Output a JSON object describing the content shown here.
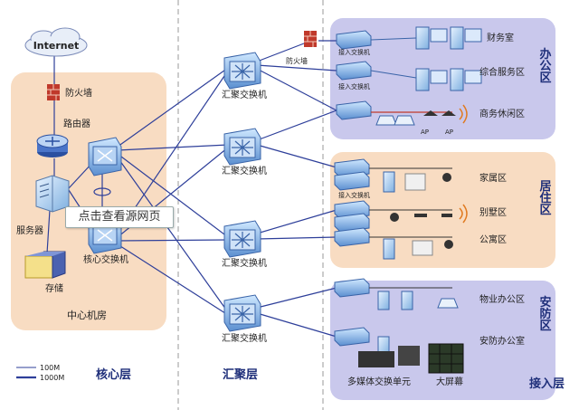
{
  "core": {
    "internet": "Internet",
    "firewall": "防火墙",
    "router": "路由器",
    "server": "服务器",
    "storage": "存储",
    "core_switch": "核心交换机",
    "room": "中心机房",
    "tooltip": "点击查看源网页"
  },
  "aggregation": {
    "firewall": "防火墙",
    "switches": [
      "汇聚交换机",
      "汇聚交换机",
      "汇聚交换机",
      "汇聚交换机"
    ]
  },
  "access": {
    "switch_label": "接入交换机",
    "ap": "AP",
    "office": {
      "title": "办公区",
      "rows": [
        "财务室",
        "综合服务区",
        "商务休闲区"
      ]
    },
    "residential": {
      "title": "居住区",
      "rows": [
        "家属区",
        "别墅区",
        "公寓区"
      ]
    },
    "security": {
      "title": "安防区",
      "rows": [
        "物业办公区",
        "安防办公室"
      ],
      "mux": "多媒体交换单元",
      "wall": "大屏幕"
    }
  },
  "layers": {
    "core": "核心层",
    "aggregation": "汇聚层",
    "access": "接入层"
  },
  "legend": [
    {
      "label": "100M"
    },
    {
      "label": "1000M"
    }
  ],
  "colors": {
    "core_bg": "#f8dcc2",
    "office_bg": "#c9c8ec",
    "residential_bg": "#f8dcc2",
    "security_bg": "#c9c8ec",
    "link": "#2e3f9a",
    "layer_text": "#1f2f7a"
  }
}
